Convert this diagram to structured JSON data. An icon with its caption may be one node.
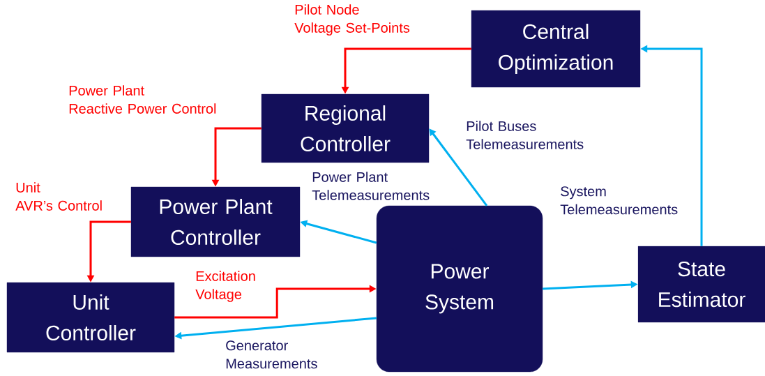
{
  "diagram": {
    "nodes": [
      {
        "text": [
          "Central Optimization"
        ]
      },
      {
        "text": [
          "Regional Controller"
        ]
      },
      {
        "text": [
          "Power Plant Controller"
        ]
      },
      {
        "text": [
          "Unit Controller"
        ]
      },
      {
        "text": [
          "Power System"
        ]
      },
      {
        "text": [
          "State Estimator"
        ]
      }
    ],
    "edges": [
      {
        "from": 0,
        "to": 1,
        "arrow": "to",
        "label": "Pilot Node Voltage Set-Points",
        "color": "#ff0000"
      },
      {
        "from": 1,
        "to": 2,
        "arrow": "to",
        "label": "Power Plant Reactive Power Control",
        "color": "#ff0000"
      },
      {
        "from": 2,
        "to": 3,
        "arrow": "to",
        "label": "Unit AVR’s Control",
        "color": "#ff0000"
      },
      {
        "from": 3,
        "to": 4,
        "arrow": "to",
        "label": "Excitation Voltage",
        "color": "#ff0000"
      },
      {
        "from": 4,
        "to": 3,
        "arrow": "to",
        "label": "Generator Measurements"
      },
      {
        "from": 4,
        "to": 2,
        "arrow": "to",
        "label": "Power Plant Telemeasurements"
      },
      {
        "from": 4,
        "to": 1,
        "arrow": "to",
        "label": "Pilot Buses Telemeasurements"
      },
      {
        "from": 4,
        "to": 5,
        "arrow": "to",
        "label": "System Telemeasurements"
      },
      {
        "from": 5,
        "to": 0,
        "arrow": "to"
      }
    ]
  }
}
